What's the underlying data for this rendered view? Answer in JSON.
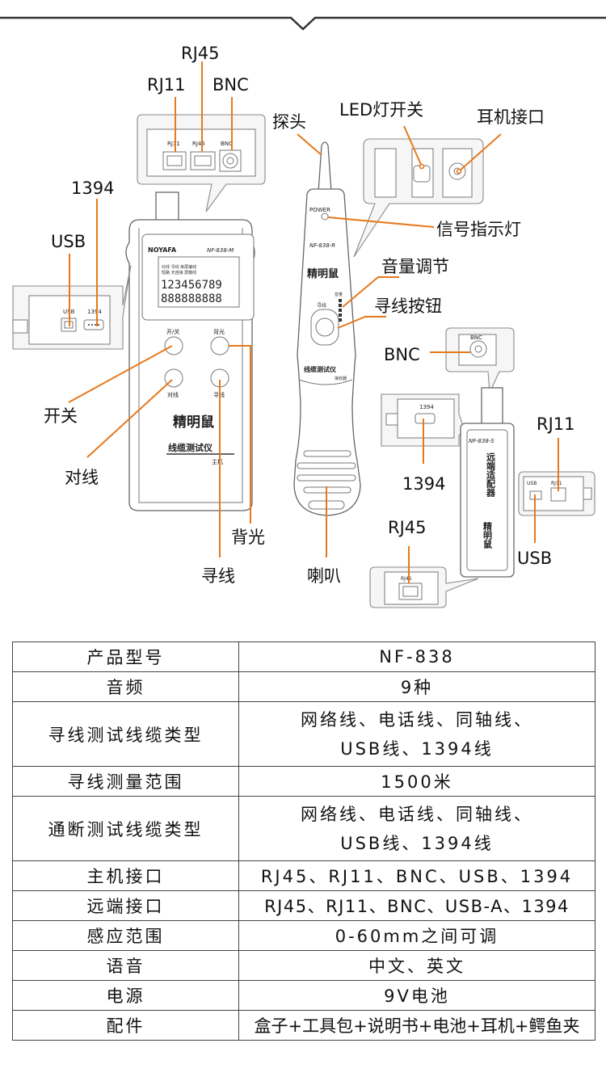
{
  "callouts": {
    "rj45_top": "RJ45",
    "rj11_top": "RJ11",
    "bnc_top": "BNC",
    "port_1394": "1394",
    "port_usb": "USB",
    "probe": "探头",
    "led_switch": "LED灯开关",
    "earphone": "耳机接口",
    "signal_led": "信号指示灯",
    "volume": "音量调节",
    "find_button": "寻线按钮",
    "bnc_remote": "BNC",
    "rj11_remote": "RJ11",
    "port_1394_remote": "1394",
    "rj45_remote": "RJ45",
    "usb_remote": "USB",
    "power": "开关",
    "pair": "对线",
    "backlight": "背光",
    "find": "寻线",
    "speaker": "喇叭"
  },
  "device_text": {
    "port_rj11": "RJ11",
    "port_rj45": "RJ45",
    "port_bnc": "BNC",
    "brand": "NOYAFA",
    "main_model": "NF-838-M",
    "lcd_top": "对线  寻线  串屏编线  ",
    "lcd_sub": "短路  天连接  屏蔽线",
    "lcd_digits": "123456789",
    "lcd_digits2": "888888888",
    "btn_power": "开/关",
    "btn_backlight": "背光",
    "btn_pair": "对线",
    "btn_find": "寻线",
    "logo": "精明鼠",
    "main_title": "线缆测试仪",
    "main_sub": "主机",
    "usb_small": "USB",
    "p1394_small": "1394",
    "probe_power": "POWER",
    "probe_model": "NF-838-R",
    "probe_find": "寻线",
    "probe_vol": "音量",
    "probe_title": "线缆测试仪",
    "probe_sub": "接收器",
    "remote_bnc": "BNC",
    "remote_1394": "1394",
    "remote_model": "NF-838-S",
    "remote_title": "远端适配器",
    "remote_usb": "USB",
    "remote_rj11": "RJ11",
    "remote_rj45": "RJ45"
  },
  "specs": [
    {
      "key": "产品型号",
      "value": [
        "NF-838"
      ]
    },
    {
      "key": "音频",
      "value": [
        "9种"
      ]
    },
    {
      "key": "寻线测试线缆类型",
      "value": [
        "网络线、电话线、同轴线、",
        "USB线、1394线"
      ]
    },
    {
      "key": "寻线测量范围",
      "value": [
        "1500米"
      ]
    },
    {
      "key": "通断测试线缆类型",
      "value": [
        "网络线、电话线、同轴线、",
        "USB线、1394线"
      ]
    },
    {
      "key": "主机接口",
      "value": [
        "RJ45、RJ11、BNC、USB、1394"
      ]
    },
    {
      "key": "远端接口",
      "value": [
        "RJ45、RJ11、BNC、USB-A、1394"
      ]
    },
    {
      "key": "感应范围",
      "value": [
        "0-60mm之间可调"
      ]
    },
    {
      "key": "语音",
      "value": [
        "中文、英文"
      ]
    },
    {
      "key": "电源",
      "value": [
        "9V电池"
      ]
    },
    {
      "key": "配件",
      "value": [
        "盒子+工具包+说明书+电池+耳机+鳄鱼夹"
      ]
    }
  ]
}
